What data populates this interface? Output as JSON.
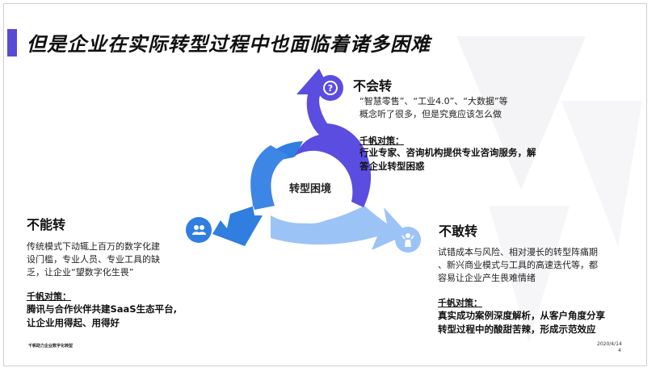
{
  "title": "但是企业在实际转型过程中也面临着诸多困难",
  "center": "转型困境",
  "sections": {
    "top": {
      "heading": "不会转",
      "body": [
        "“智慧零售”、“工业4.0”、“大数据”等",
        "概念听了很多，但是究竟应该怎么做"
      ],
      "strategy_label": "千帆对策：",
      "strategy": [
        "行业专家、咨询机构提供专业咨询服务，解",
        "答企业转型困惑"
      ]
    },
    "left": {
      "heading": "不能转",
      "body": [
        "传统模式下动辄上百万的数字化建",
        "设门槛，专业人员、专业工具的缺",
        "乏，让企业“望数字化生畏”"
      ],
      "strategy_label": "千帆对策：",
      "strategy": [
        "腾讯与合作伙伴共建SaaS生态平台,",
        "让企业用得起、用得好"
      ]
    },
    "right": {
      "heading": "不敢转",
      "body": [
        "试错成本与风险、相对漫长的转型阵痛期",
        "、新兴商业模式与工具的高速迭代等，都",
        "容易让企业产生畏难情绪"
      ],
      "strategy_label": "千帆对策：",
      "strategy": [
        "真实成功案例深度解析，从客户角度分享",
        "转型过程中的酸甜苦辣，形成示范效应"
      ]
    }
  },
  "icons": [
    "question-icon",
    "people-icon",
    "person-idea-icon"
  ],
  "colors": {
    "accent_purple": "#5a4bd6",
    "arrow_top": "#5b4de0",
    "arrow_left": "#2f7ee0",
    "arrow_right": "#9cc3f5"
  },
  "footer": {
    "left": "千帆助力企业数字化转型",
    "date": "2020/4/14",
    "page": "4"
  }
}
